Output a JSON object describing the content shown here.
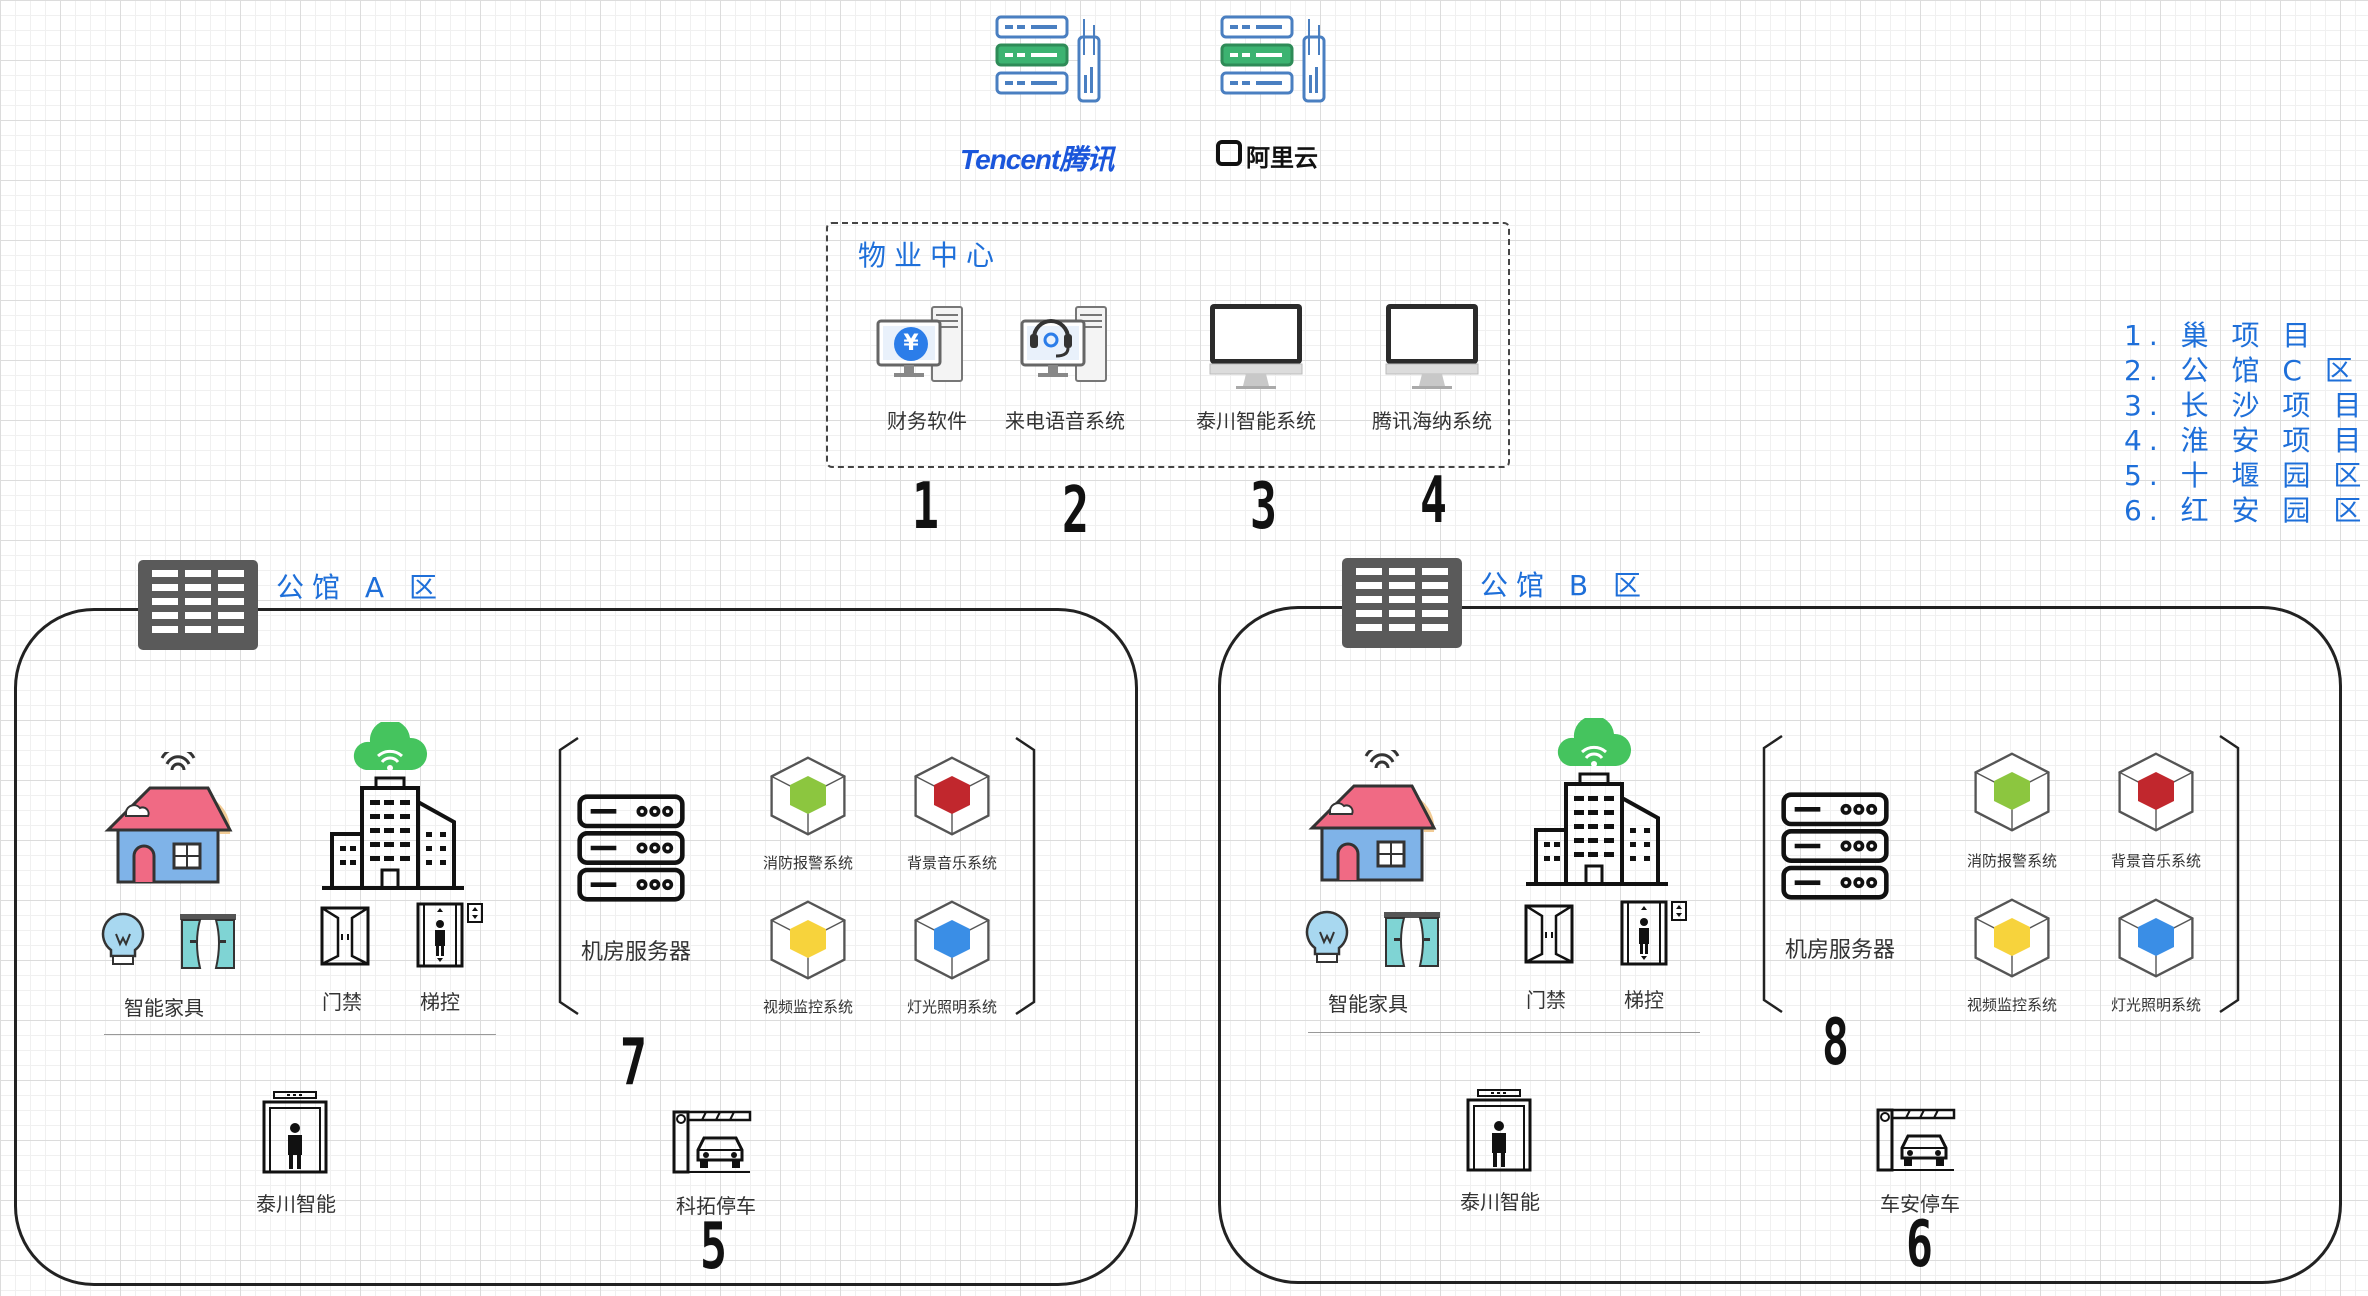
{
  "cloud": {
    "providers": [
      {
        "name": "Tencent腾讯",
        "icon": "server-rack-icon"
      },
      {
        "name": "阿里云",
        "icon": "server-rack-icon"
      }
    ]
  },
  "property_center": {
    "title": "物业中心",
    "systems": [
      {
        "label": "财务软件",
        "icon": "finance-computer-icon"
      },
      {
        "label": "来电语音系统",
        "icon": "call-center-computer-icon"
      },
      {
        "label": "泰川智能系统",
        "icon": "monitor-icon"
      },
      {
        "label": "腾讯海纳系统",
        "icon": "monitor-icon"
      }
    ],
    "numbers": [
      "1",
      "2",
      "3",
      "4"
    ]
  },
  "legend": {
    "items": [
      "1. 巢 项 目",
      "2. 公 馆 C 区",
      "3. 长 沙 项 目",
      "4. 淮 安 项 目",
      "5. 十 堰 园 区",
      "6. 红 安 园 区"
    ]
  },
  "zones": [
    {
      "title": "公馆 A 区",
      "smart_home": "智能家具",
      "access": "门禁",
      "elevator": "梯控",
      "server_room": "机房服务器",
      "subsystems": [
        "消防报警系统",
        "背景音乐系统",
        "视频监控系统",
        "灯光照明系统"
      ],
      "gate": "泰川智能",
      "parking": "科拓停车",
      "number_server": "7",
      "number_parking": "5"
    },
    {
      "title": "公馆 B 区",
      "smart_home": "智能家具",
      "access": "门禁",
      "elevator": "梯控",
      "server_room": "机房服务器",
      "subsystems": [
        "消防报警系统",
        "背景音乐系统",
        "视频监控系统",
        "灯光照明系统"
      ],
      "gate": "泰川智能",
      "parking": "车安停车",
      "number_server": "8",
      "number_parking": "6"
    }
  ],
  "colors": {
    "accent": "#1e6fd9",
    "cube_green": "#8cc63f",
    "cube_red": "#c1272d",
    "cube_yellow": "#f7d33c",
    "cube_blue": "#3a8ee6",
    "header_grey": "#5a5a5a"
  }
}
